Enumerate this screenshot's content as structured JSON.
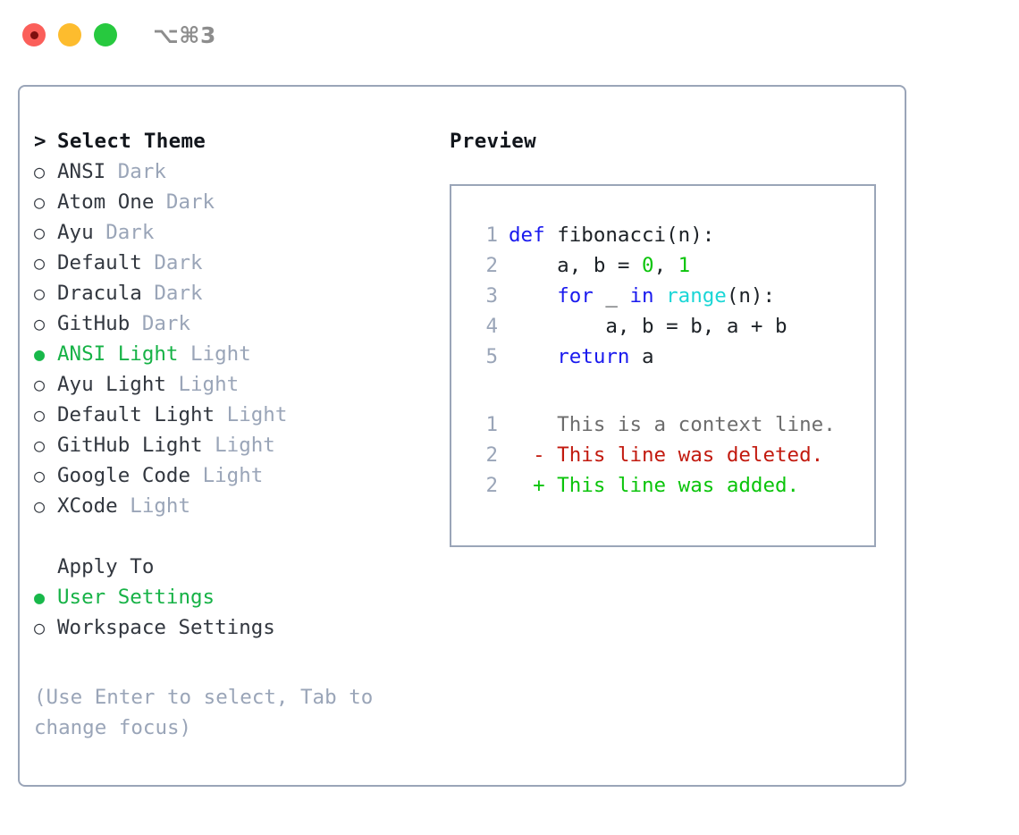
{
  "titlebar": {
    "shortcut_label": "⌥⌘3",
    "buttons": [
      {
        "name": "close",
        "color": "#fb5f5a",
        "recording_dot": true
      },
      {
        "name": "minimize",
        "color": "#fdbc2e",
        "recording_dot": false
      },
      {
        "name": "zoom",
        "color": "#27c93f",
        "recording_dot": false
      }
    ]
  },
  "colors": {
    "panel_border": "#9aa5b8",
    "selected_green": "#16b246",
    "muted": "#9aa5b8",
    "text": "#32373f",
    "heading": "#12161c",
    "keyword_blue": "#1a1aee",
    "function_cyan": "#1ad6d6",
    "number_green": "#0bc40b",
    "diff_delete_red": "#c21a0f",
    "diff_add_green": "#0bc40b",
    "diff_context_gray": "#6d6d6d"
  },
  "theme_list": {
    "prompt": ">",
    "heading": "Select Theme",
    "bullet_unselected": "○",
    "bullet_selected": "●",
    "items": [
      {
        "name": "ANSI",
        "kind": "Dark",
        "selected": false
      },
      {
        "name": "Atom One",
        "kind": "Dark",
        "selected": false
      },
      {
        "name": "Ayu",
        "kind": "Dark",
        "selected": false
      },
      {
        "name": "Default",
        "kind": "Dark",
        "selected": false
      },
      {
        "name": "Dracula",
        "kind": "Dark",
        "selected": false
      },
      {
        "name": "GitHub",
        "kind": "Dark",
        "selected": false
      },
      {
        "name": "ANSI Light",
        "kind": "Light",
        "selected": true
      },
      {
        "name": "Ayu Light",
        "kind": "Light",
        "selected": false
      },
      {
        "name": "Default Light",
        "kind": "Light",
        "selected": false
      },
      {
        "name": "GitHub Light",
        "kind": "Light",
        "selected": false
      },
      {
        "name": "Google Code",
        "kind": "Light",
        "selected": false
      },
      {
        "name": "XCode",
        "kind": "Light",
        "selected": false
      }
    ]
  },
  "apply_to": {
    "heading": "Apply To",
    "options": [
      {
        "label": "User Settings",
        "selected": true
      },
      {
        "label": "Workspace Settings",
        "selected": false
      }
    ]
  },
  "hint": {
    "line1": "(Use Enter to select, Tab to",
    "line2": "change focus)"
  },
  "preview": {
    "title": "Preview",
    "code_lines": [
      {
        "no": "1",
        "tokens": [
          {
            "t": "def ",
            "c": "kw"
          },
          {
            "t": "fibonacci(n):",
            "c": "txt"
          }
        ]
      },
      {
        "no": "2",
        "tokens": [
          {
            "t": "    a, b = ",
            "c": "txt"
          },
          {
            "t": "0",
            "c": "num"
          },
          {
            "t": ", ",
            "c": "txt"
          },
          {
            "t": "1",
            "c": "num"
          }
        ]
      },
      {
        "no": "3",
        "tokens": [
          {
            "t": "    ",
            "c": "txt"
          },
          {
            "t": "for",
            "c": "kw"
          },
          {
            "t": " _ ",
            "c": "txt"
          },
          {
            "t": "in",
            "c": "kw"
          },
          {
            "t": " ",
            "c": "txt"
          },
          {
            "t": "range",
            "c": "fn"
          },
          {
            "t": "(n):",
            "c": "txt"
          }
        ]
      },
      {
        "no": "4",
        "tokens": [
          {
            "t": "        a, b = b, a + b",
            "c": "txt"
          }
        ]
      },
      {
        "no": "5",
        "tokens": [
          {
            "t": "    ",
            "c": "txt"
          },
          {
            "t": "return",
            "c": "kw"
          },
          {
            "t": " a",
            "c": "txt"
          }
        ]
      }
    ],
    "diff_lines": [
      {
        "no": "1",
        "sign": " ",
        "text": "This is a context line.",
        "kind": "context"
      },
      {
        "no": "2",
        "sign": "-",
        "text": "This line was deleted.",
        "kind": "delete"
      },
      {
        "no": "2",
        "sign": "+",
        "text": "This line was added.",
        "kind": "add"
      }
    ]
  }
}
